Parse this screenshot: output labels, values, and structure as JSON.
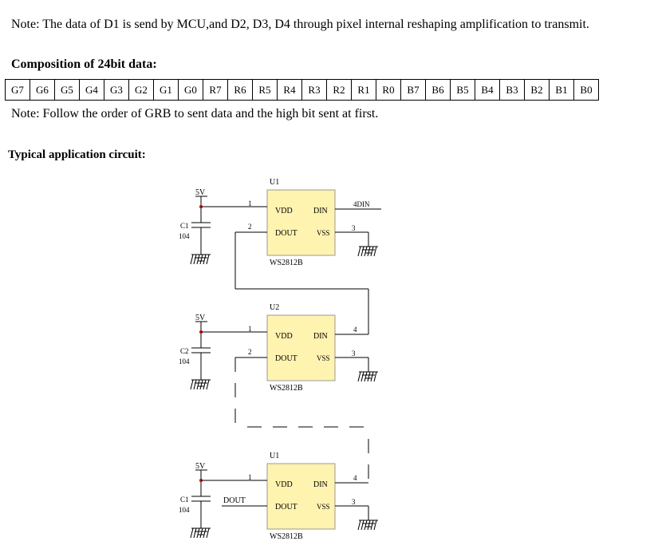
{
  "note1": "Note: The data of D1 is send by MCU,and D2, D3, D4 through pixel internal reshaping amplification to transmit.",
  "composition_title": "Composition of 24bit data:",
  "bits": [
    "G7",
    "G6",
    "G5",
    "G4",
    "G3",
    "G2",
    "G1",
    "G0",
    "R7",
    "R6",
    "R5",
    "R4",
    "R3",
    "R2",
    "R1",
    "R0",
    "B7",
    "B6",
    "B5",
    "B4",
    "B3",
    "B2",
    "B1",
    "B0"
  ],
  "note2": "Note: Follow the order of GRB to sent data and the high bit sent at first.",
  "app_title": "Typical application circuit:",
  "circuit": {
    "stages": [
      {
        "ref": "U1",
        "part": "WS2812B",
        "cap": "C1",
        "cap_value": "104",
        "supply": "5V",
        "pin1": "1",
        "pin2": "2",
        "pin3": "3",
        "pin4": "4",
        "din_label": "DIN",
        "input_label": "4DIN",
        "dout_label": ""
      },
      {
        "ref": "U2",
        "part": "WS2812B",
        "cap": "C2",
        "cap_value": "104",
        "supply": "5V",
        "pin1": "1",
        "pin2": "2",
        "pin3": "3",
        "pin4": "4",
        "din_label": "DIN",
        "input_label": "",
        "dout_label": ""
      },
      {
        "ref": "U1",
        "part": "WS2812B",
        "cap": "C1",
        "cap_value": "104",
        "supply": "5V",
        "pin1": "1",
        "pin2": "",
        "pin3": "3",
        "pin4": "4",
        "din_label": "DIN",
        "input_label": "",
        "dout_label": "DOUT"
      }
    ],
    "pin_vdd": "VDD",
    "pin_dout": "DOUT",
    "pin_vss": "VSS"
  }
}
